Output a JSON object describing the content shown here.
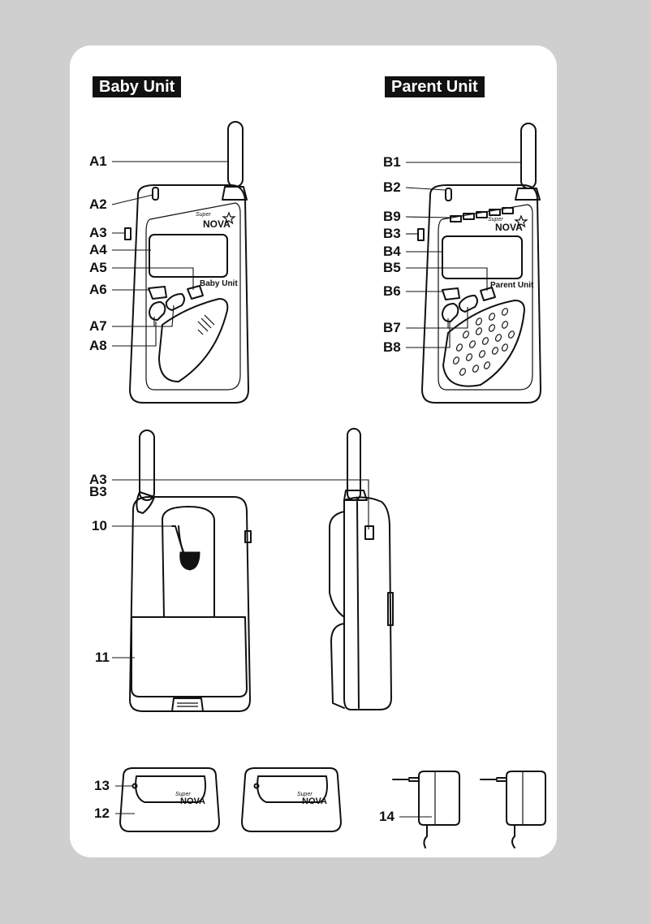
{
  "headings": {
    "baby_unit": "Baby Unit",
    "parent_unit": "Parent Unit"
  },
  "device_labels": {
    "baby_screen": "Baby Unit",
    "parent_screen": "Parent Unit",
    "logo_script": "Super",
    "logo_word": "NOVA"
  },
  "callouts": {
    "A1": "A1",
    "A2": "A2",
    "A3": "A3",
    "A4": "A4",
    "A5": "A5",
    "A6": "A6",
    "A7": "A7",
    "A8": "A8",
    "B1": "B1",
    "B2": "B2",
    "B3": "B3",
    "B4": "B4",
    "B5": "B5",
    "B6": "B6",
    "B7": "B7",
    "B8": "B8",
    "B9": "B9",
    "A3b": "A3",
    "B3b": "B3",
    "n10": "10",
    "n11": "11",
    "n12": "12",
    "n13": "13",
    "n14": "14"
  }
}
